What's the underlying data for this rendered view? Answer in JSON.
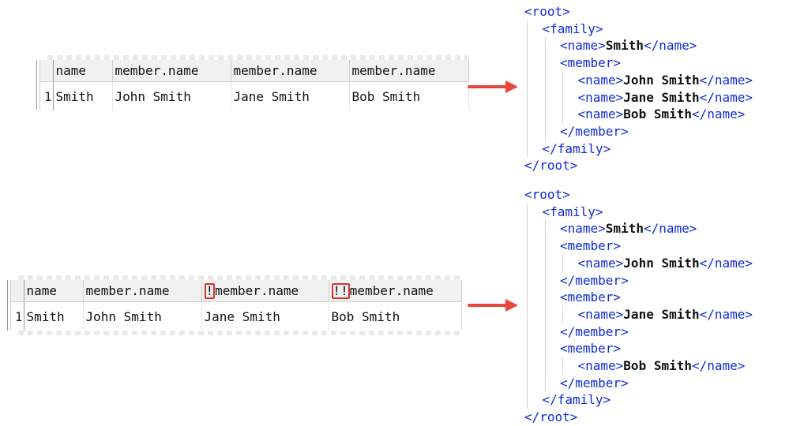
{
  "table1": {
    "headers": [
      "name",
      "member.name",
      "member.name",
      "member.name"
    ],
    "row_number": "1",
    "rows": [
      [
        "Smith",
        "John Smith",
        "Jane Smith",
        "Bob Smith"
      ]
    ]
  },
  "table2": {
    "headers": [
      "name",
      "member.name",
      "member.name",
      "member.name"
    ],
    "header_prefixes": [
      "",
      "",
      "!",
      "!!"
    ],
    "row_number": "1",
    "rows": [
      [
        "Smith",
        "John Smith",
        "Jane Smith",
        "Bob Smith"
      ]
    ]
  },
  "xml1": [
    {
      "indent": 0,
      "pre": "<root>",
      "value": "",
      "post": ""
    },
    {
      "indent": 1,
      "pre": "<family>",
      "value": "",
      "post": ""
    },
    {
      "indent": 2,
      "pre": "<name>",
      "value": "Smith",
      "post": "</name>"
    },
    {
      "indent": 2,
      "pre": "<member>",
      "value": "",
      "post": ""
    },
    {
      "indent": 3,
      "pre": "<name>",
      "value": "John Smith",
      "post": "</name>"
    },
    {
      "indent": 3,
      "pre": "<name>",
      "value": "Jane Smith",
      "post": "</name>"
    },
    {
      "indent": 3,
      "pre": "<name>",
      "value": "Bob Smith",
      "post": "</name>"
    },
    {
      "indent": 2,
      "pre": "</member>",
      "value": "",
      "post": ""
    },
    {
      "indent": 1,
      "pre": "</family>",
      "value": "",
      "post": ""
    },
    {
      "indent": 0,
      "pre": "</root>",
      "value": "",
      "post": ""
    }
  ],
  "xml2": [
    {
      "indent": 0,
      "pre": "<root>",
      "value": "",
      "post": ""
    },
    {
      "indent": 1,
      "pre": "<family>",
      "value": "",
      "post": ""
    },
    {
      "indent": 2,
      "pre": "<name>",
      "value": "Smith",
      "post": "</name>"
    },
    {
      "indent": 2,
      "pre": "<member>",
      "value": "",
      "post": ""
    },
    {
      "indent": 3,
      "pre": "<name>",
      "value": "John Smith",
      "post": "</name>"
    },
    {
      "indent": 2,
      "pre": "</member>",
      "value": "",
      "post": ""
    },
    {
      "indent": 2,
      "pre": "<member>",
      "value": "",
      "post": ""
    },
    {
      "indent": 3,
      "pre": "<name>",
      "value": "Jane Smith",
      "post": "</name>"
    },
    {
      "indent": 2,
      "pre": "</member>",
      "value": "",
      "post": ""
    },
    {
      "indent": 2,
      "pre": "<member>",
      "value": "",
      "post": ""
    },
    {
      "indent": 3,
      "pre": "<name>",
      "value": "Bob Smith",
      "post": "</name>"
    },
    {
      "indent": 2,
      "pre": "</member>",
      "value": "",
      "post": ""
    },
    {
      "indent": 1,
      "pre": "</family>",
      "value": "",
      "post": ""
    },
    {
      "indent": 0,
      "pre": "</root>",
      "value": "",
      "post": ""
    }
  ],
  "colors": {
    "tag": "#0f2bd6",
    "value": "#111111",
    "arrow": "#e8473b",
    "highlight": "#d9342b"
  }
}
